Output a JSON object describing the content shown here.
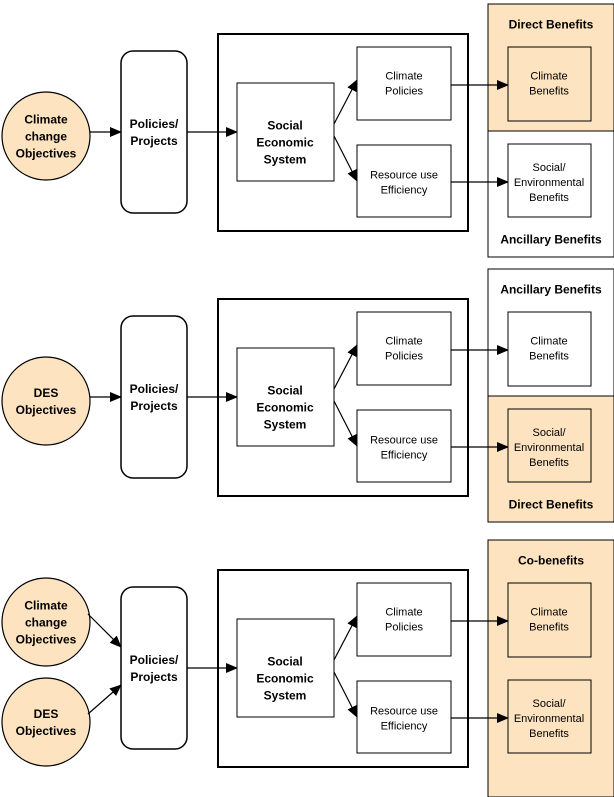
{
  "colors": {
    "accent_fill": "#fde3bf",
    "stroke": "#000000",
    "background": "#ffffff"
  },
  "panels": [
    {
      "objectives": [
        {
          "lines": [
            "Climate",
            "change",
            "Objectives"
          ]
        }
      ],
      "policies": [
        "Policies/",
        "Projects"
      ],
      "system": [
        "Social",
        "Economic",
        "System"
      ],
      "outcome_top": [
        "Climate",
        "Policies"
      ],
      "outcome_bottom": [
        "Resource use",
        "Efficiency"
      ],
      "benefit_top": [
        "Climate",
        "Benefits"
      ],
      "benefit_bottom": [
        "Social/",
        "Environmental",
        "Benefits"
      ],
      "top_section_label": "Direct Benefits",
      "bottom_section_label": "Ancillary Benefits"
    },
    {
      "objectives": [
        {
          "lines": [
            "DES",
            "Objectives"
          ]
        }
      ],
      "policies": [
        "Policies/",
        "Projects"
      ],
      "system": [
        "Social",
        "Economic",
        "System"
      ],
      "outcome_top": [
        "Climate",
        "Policies"
      ],
      "outcome_bottom": [
        "Resource use",
        "Efficiency"
      ],
      "benefit_top": [
        "Climate",
        "Benefits"
      ],
      "benefit_bottom": [
        "Social/",
        "Environmental",
        "Benefits"
      ],
      "top_section_label": "Ancillary Benefits",
      "bottom_section_label": "Direct Benefits"
    },
    {
      "objectives": [
        {
          "lines": [
            "Climate",
            "change",
            "Objectives"
          ]
        },
        {
          "lines": [
            "DES",
            "Objectives"
          ]
        }
      ],
      "policies": [
        "Policies/",
        "Projects"
      ],
      "system": [
        "Social",
        "Economic",
        "System"
      ],
      "outcome_top": [
        "Climate",
        "Policies"
      ],
      "outcome_bottom": [
        "Resource use",
        "Efficiency"
      ],
      "benefit_top": [
        "Climate",
        "Benefits"
      ],
      "benefit_bottom": [
        "Social/",
        "Environmental",
        "Benefits"
      ],
      "single_label": "Co-benefits"
    }
  ]
}
